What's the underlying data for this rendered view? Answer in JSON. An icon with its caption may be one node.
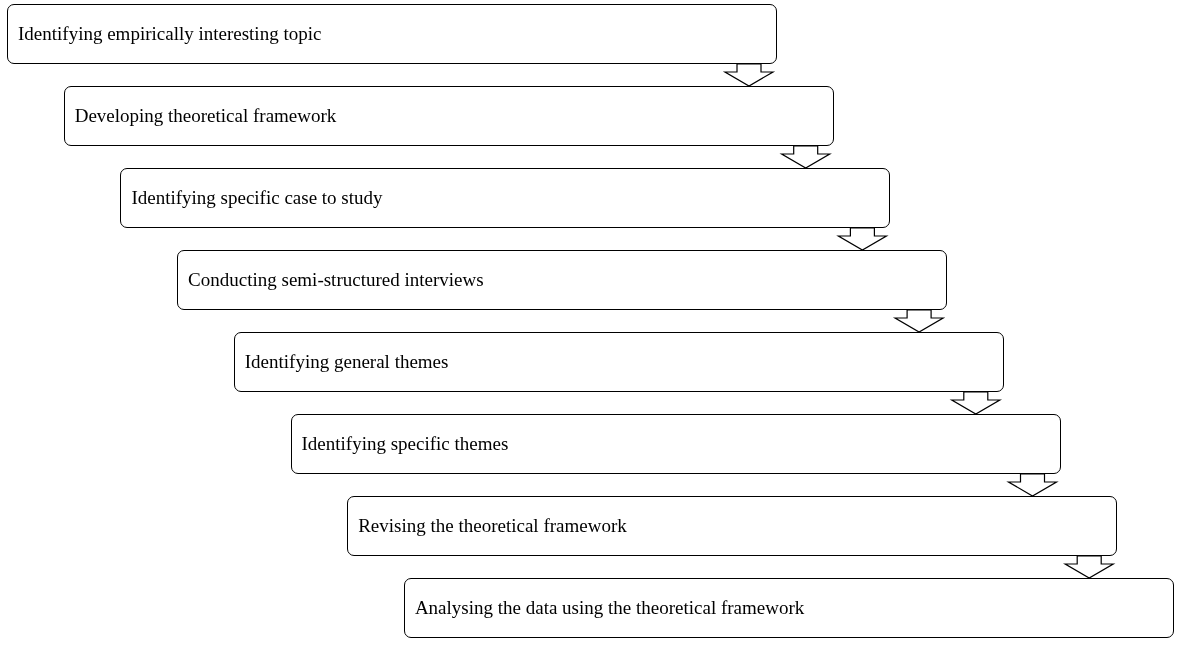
{
  "diagram": {
    "nodes": [
      {
        "text": [
          "Identifying empirically interesting topic"
        ]
      },
      {
        "text": [
          "Developing theoretical framework"
        ]
      },
      {
        "text": [
          "Identifying specific case to study"
        ]
      },
      {
        "text": [
          "Conducting semi-structured interviews"
        ]
      },
      {
        "text": [
          "Identifying general themes"
        ]
      },
      {
        "text": [
          "Identifying specific themes"
        ]
      },
      {
        "text": [
          "Revising the theoretical framework"
        ]
      },
      {
        "text": [
          "Analysing the data using the theoretical framework"
        ]
      }
    ],
    "edges": [
      {
        "from": 0,
        "to": 1,
        "arrow": "to"
      },
      {
        "from": 1,
        "to": 2,
        "arrow": "to"
      },
      {
        "from": 2,
        "to": 3,
        "arrow": "to"
      },
      {
        "from": 3,
        "to": 4,
        "arrow": "to"
      },
      {
        "from": 4,
        "to": 5,
        "arrow": "to"
      },
      {
        "from": 5,
        "to": 6,
        "arrow": "to"
      },
      {
        "from": 6,
        "to": 7,
        "arrow": "to"
      }
    ]
  }
}
